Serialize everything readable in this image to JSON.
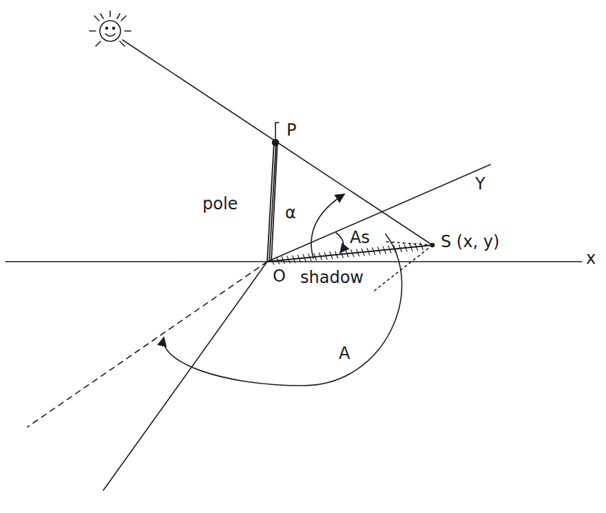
{
  "diagram": {
    "labels": [
      "P",
      "pole",
      "Y",
      "α",
      "As",
      "S (x, y)",
      "shadow",
      "x",
      "O",
      "A"
    ]
  }
}
